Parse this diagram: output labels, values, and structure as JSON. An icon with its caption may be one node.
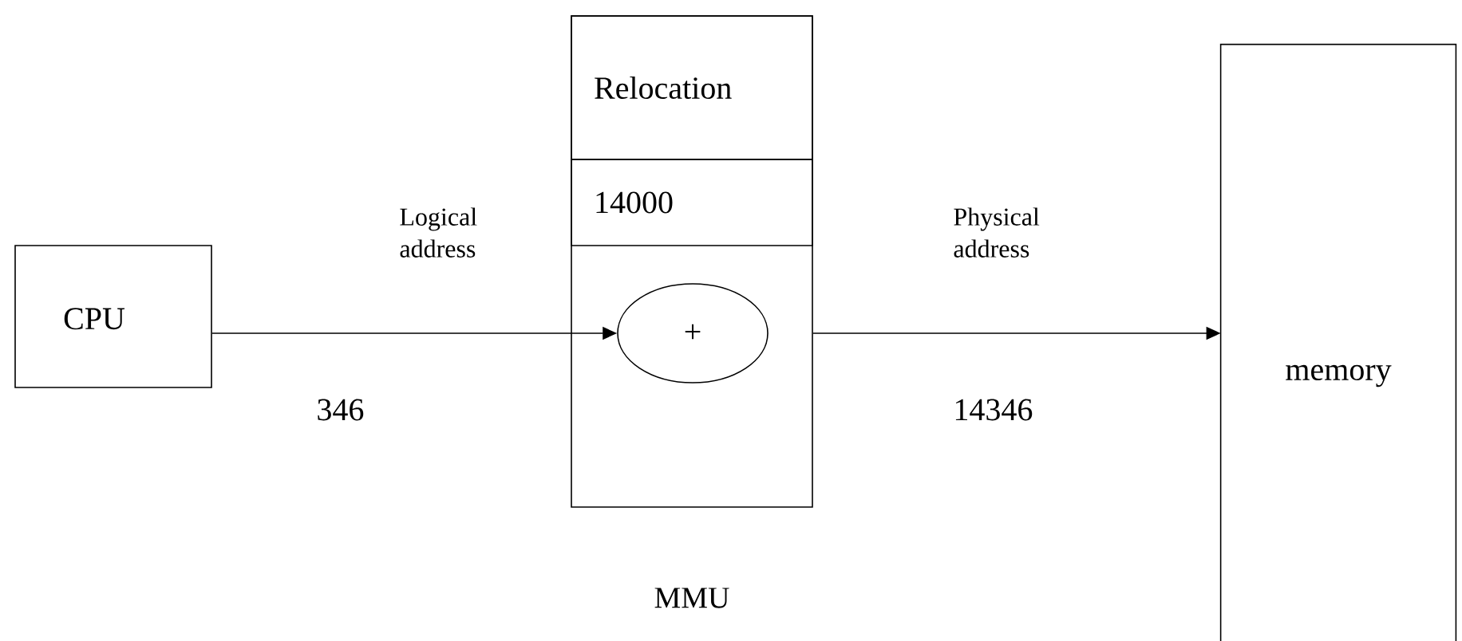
{
  "diagram": {
    "nodes": [
      {
        "text": [
          "CPU"
        ]
      },
      {
        "text": [
          "MMU"
        ]
      },
      {
        "text": [
          "Relocation"
        ],
        "in": 1
      },
      {
        "text": [
          "14000"
        ],
        "in": 1
      },
      {
        "text": [
          "+"
        ],
        "in": 1
      },
      {
        "text": [
          "memory"
        ]
      }
    ],
    "edges": [
      {
        "from": 0,
        "to": 4,
        "arrow": "to",
        "label": "Logical address"
      },
      {
        "from": 1,
        "to": 5,
        "arrow": "to",
        "label": "Physical address"
      }
    ],
    "labels": [
      "346",
      "14346"
    ]
  }
}
